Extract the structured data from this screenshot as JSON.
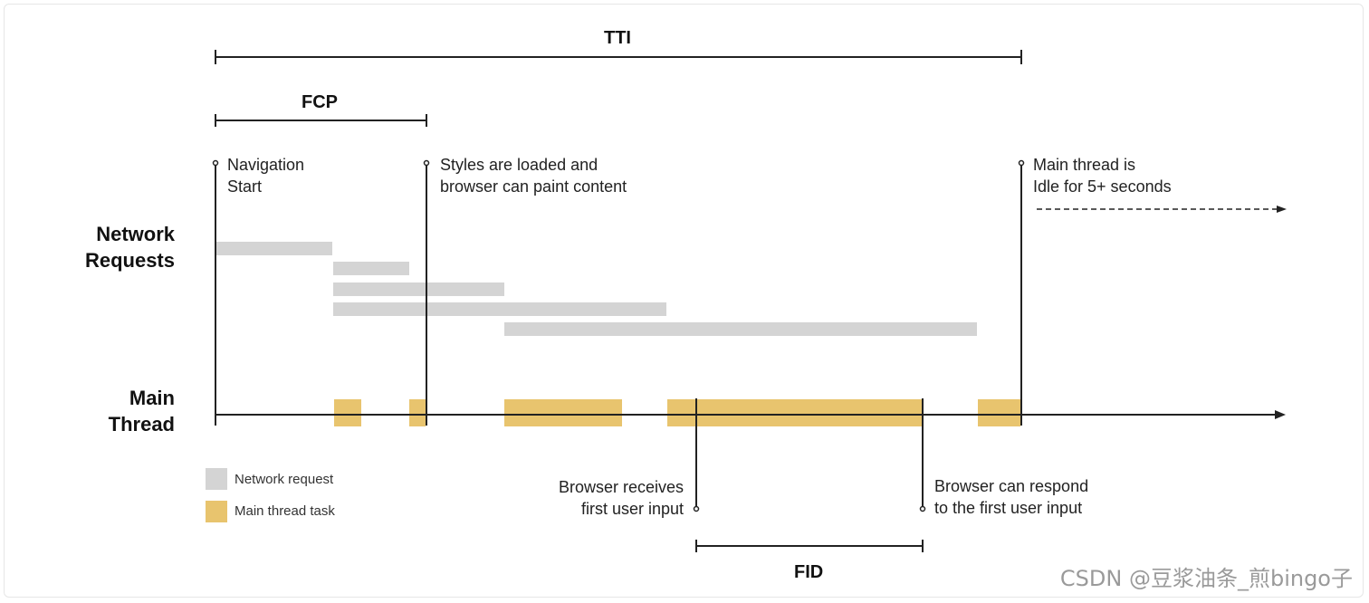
{
  "metrics": {
    "tti": "TTI",
    "fcp": "FCP",
    "fid": "FID"
  },
  "markers": {
    "navigation_start": [
      "Navigation",
      "Start"
    ],
    "styles_loaded": [
      "Styles are loaded and",
      "browser can paint content"
    ],
    "main_thread_idle": [
      "Main thread is",
      "Idle for 5+ seconds"
    ],
    "browser_receives_input": [
      "Browser receives",
      "first user input"
    ],
    "browser_can_respond": [
      "Browser can respond",
      "to the first user input"
    ]
  },
  "rows": {
    "network_requests": [
      "Network",
      "Requests"
    ],
    "main_thread": [
      "Main",
      "Thread"
    ]
  },
  "legend": {
    "network_request": "Network request",
    "main_thread_task": "Main thread task"
  },
  "colors": {
    "network": "#d4d4d4",
    "task": "#e8c46e",
    "line": "#222222"
  },
  "watermark": "CSDN @豆浆油条_煎bingo子"
}
